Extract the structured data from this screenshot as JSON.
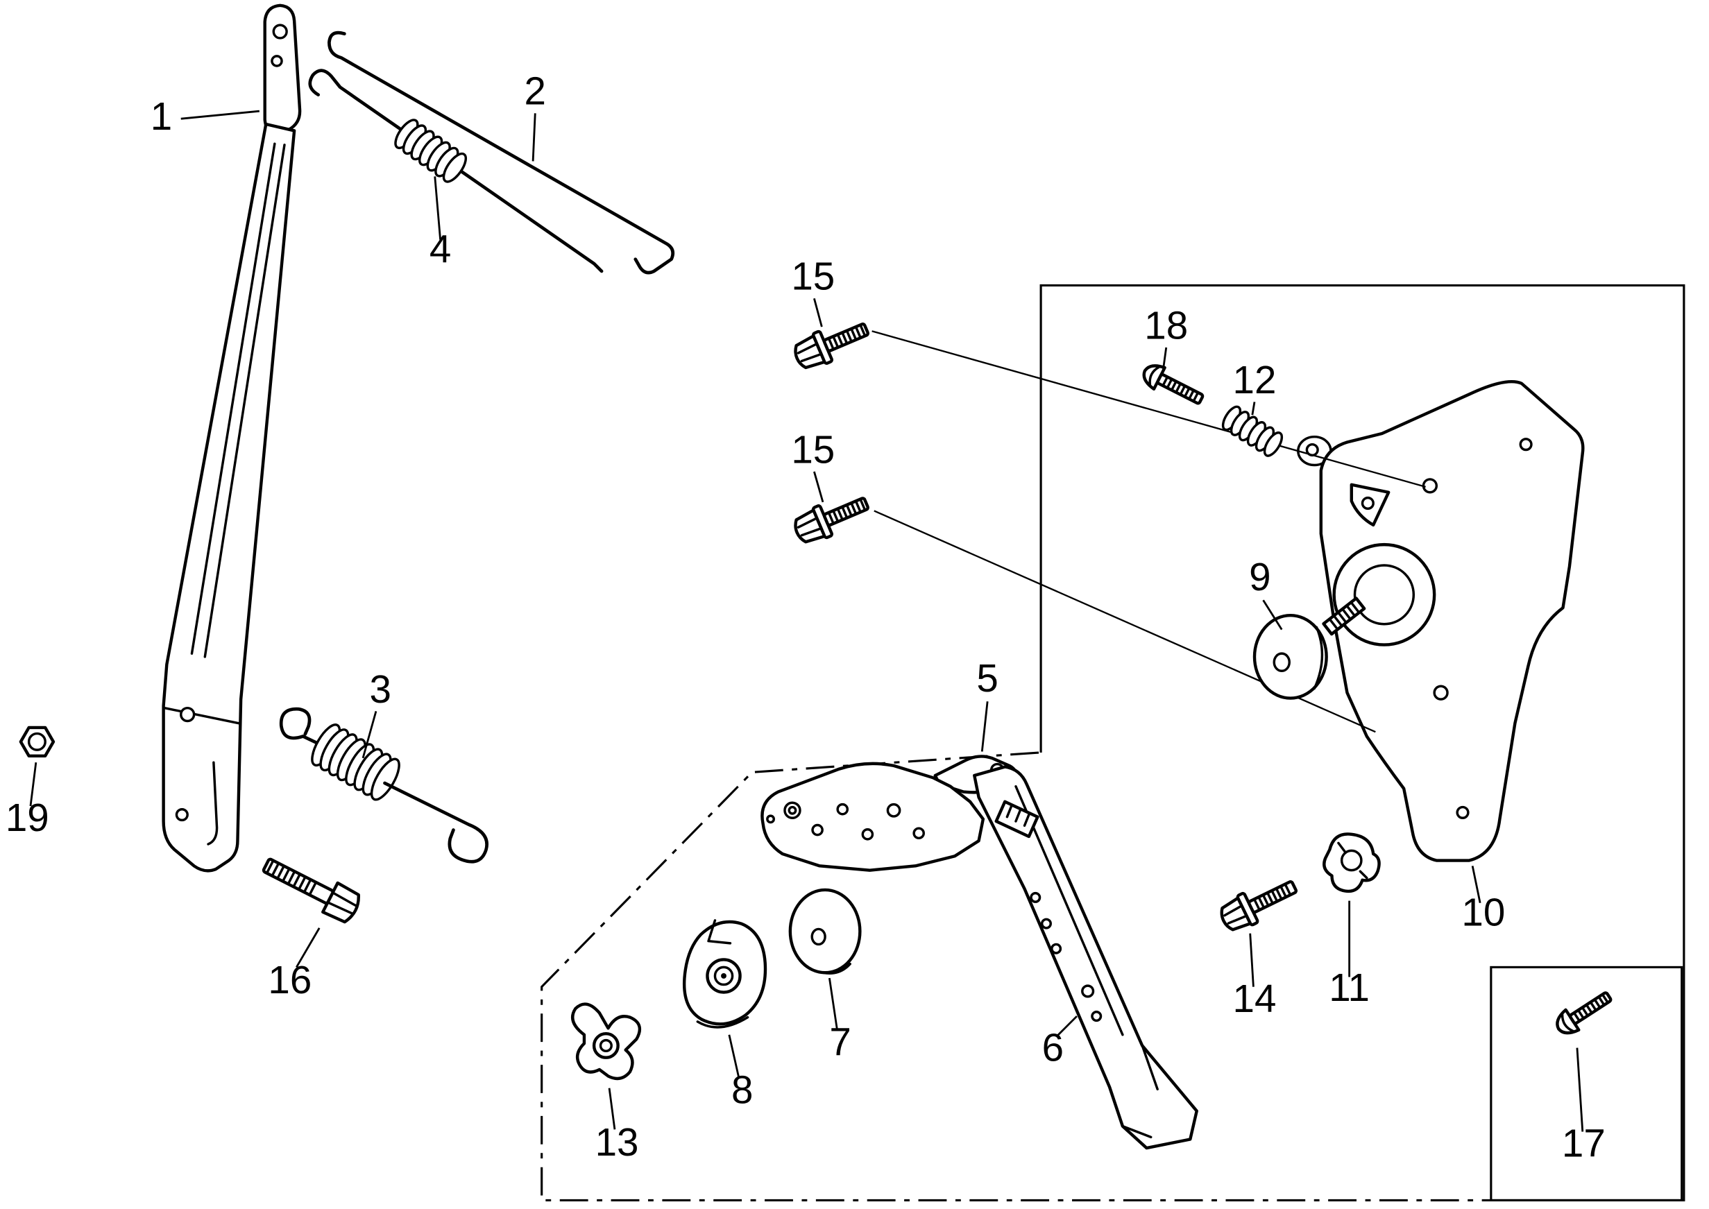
{
  "diagram": {
    "kind": "exploded-parts-diagram",
    "background_color": "#ffffff",
    "line_color": "#000000",
    "callouts": [
      {
        "text": "1",
        "part": "lever-arm"
      },
      {
        "text": "2",
        "part": "control-rod"
      },
      {
        "text": "4",
        "part": "rod-spring"
      },
      {
        "text": "3",
        "part": "return-spring"
      },
      {
        "text": "19",
        "part": "hex-nut"
      },
      {
        "text": "16",
        "part": "hex-bolt"
      },
      {
        "text": "15",
        "part": "flange-bolt-upper"
      },
      {
        "text": "15",
        "part": "flange-bolt-lower"
      },
      {
        "text": "18",
        "part": "screw"
      },
      {
        "text": "12",
        "part": "coil-spring"
      },
      {
        "text": "9",
        "part": "washer-disc"
      },
      {
        "text": "10",
        "part": "bracket-plate"
      },
      {
        "text": "5",
        "part": "base-plate-assembly"
      },
      {
        "text": "6",
        "part": "lever-blade"
      },
      {
        "text": "7",
        "part": "friction-disc"
      },
      {
        "text": "8",
        "part": "cam-plate"
      },
      {
        "text": "13",
        "part": "wing-piece"
      },
      {
        "text": "11",
        "part": "clamp-knob"
      },
      {
        "text": "14",
        "part": "flange-bolt"
      },
      {
        "text": "17",
        "part": "pan-screw"
      }
    ]
  }
}
